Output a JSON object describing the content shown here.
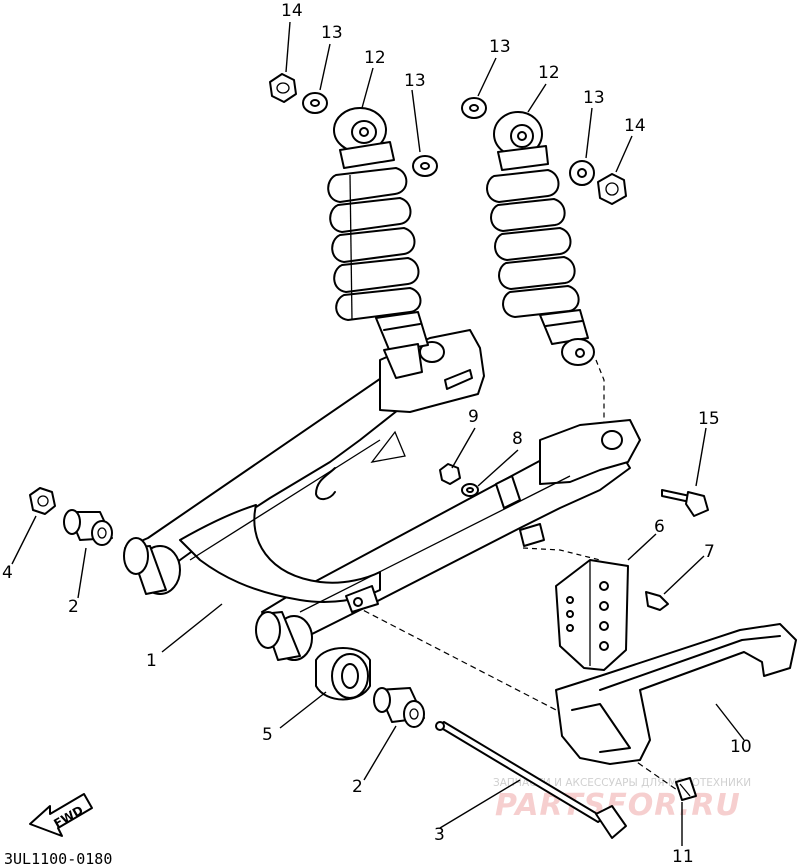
{
  "callouts": {
    "c1": "1",
    "c2a": "2",
    "c2b": "2",
    "c3": "3",
    "c4": "4",
    "c5": "5",
    "c6": "6",
    "c7": "7",
    "c8": "8",
    "c9": "9",
    "c10": "10",
    "c11": "11",
    "c12a": "12",
    "c12b": "12",
    "c13a": "13",
    "c13b": "13",
    "c13c": "13",
    "c13d": "13",
    "c14a": "14",
    "c14b": "14",
    "c15": "15"
  },
  "direction_label": "FWD",
  "diagram_code": "3UL1100-0180",
  "watermark": {
    "tagline": "ЗАПЧАСТИ И АКСЕССУАРЫ ДЛЯ МОТОТЕХНИКИ",
    "brand": "PARTSFOR.RU"
  },
  "colors": {
    "line": "#000000",
    "watermark_brand": "#f6cfcf",
    "watermark_tagline": "#d0d0d0"
  }
}
